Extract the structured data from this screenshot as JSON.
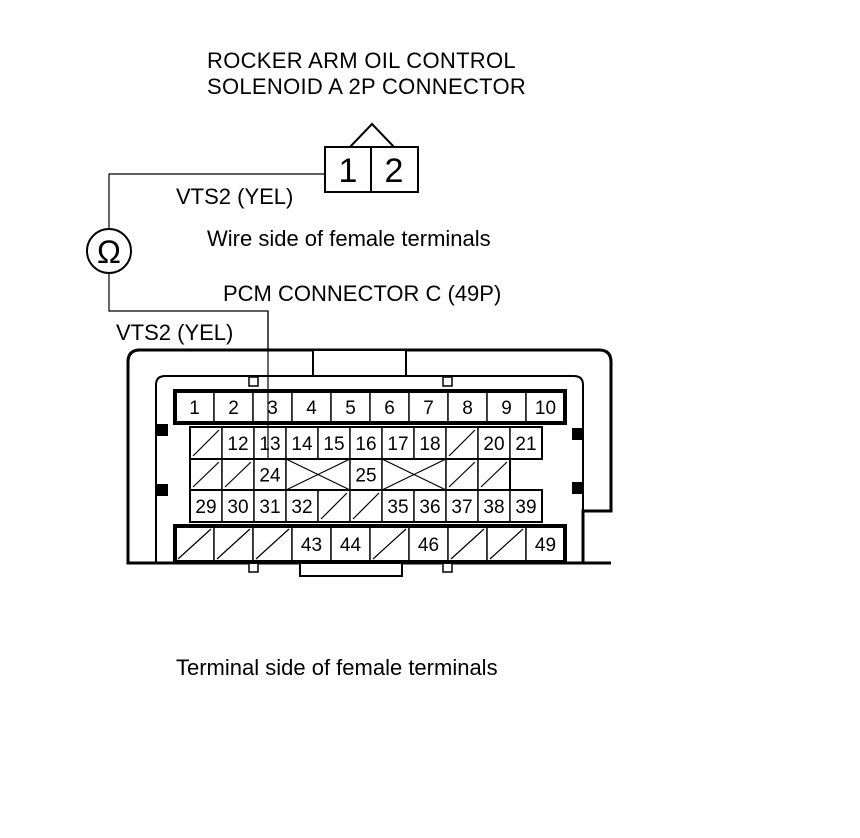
{
  "title": {
    "line1": "ROCKER ARM OIL CONTROL",
    "line2": "SOLENOID A 2P CONNECTOR"
  },
  "small_connector": {
    "pins": [
      "1",
      "2"
    ],
    "view_label": "Wire side of female terminals"
  },
  "meter": {
    "symbol": "Ω"
  },
  "wires": {
    "top_label": "VTS2 (YEL)",
    "bottom_label": "VTS2 (YEL)"
  },
  "pcm_connector": {
    "label": "PCM CONNECTOR C (49P)",
    "view_label": "Terminal side of female terminals",
    "row1": [
      "1",
      "2",
      "3",
      "4",
      "5",
      "6",
      "7",
      "8",
      "9",
      "10"
    ],
    "row2": [
      "/",
      "12",
      "13",
      "14",
      "15",
      "16",
      "17",
      "18",
      "/",
      "20",
      "21"
    ],
    "row3": [
      "/",
      "/",
      "24",
      "X",
      "25",
      "X",
      "/",
      "/"
    ],
    "row4": [
      "29",
      "30",
      "31",
      "32",
      "/",
      "/",
      "35",
      "36",
      "37",
      "38",
      "39"
    ],
    "row5": [
      "/",
      "/",
      "/",
      "43",
      "44",
      "/",
      "46",
      "/",
      "/",
      "49"
    ]
  }
}
